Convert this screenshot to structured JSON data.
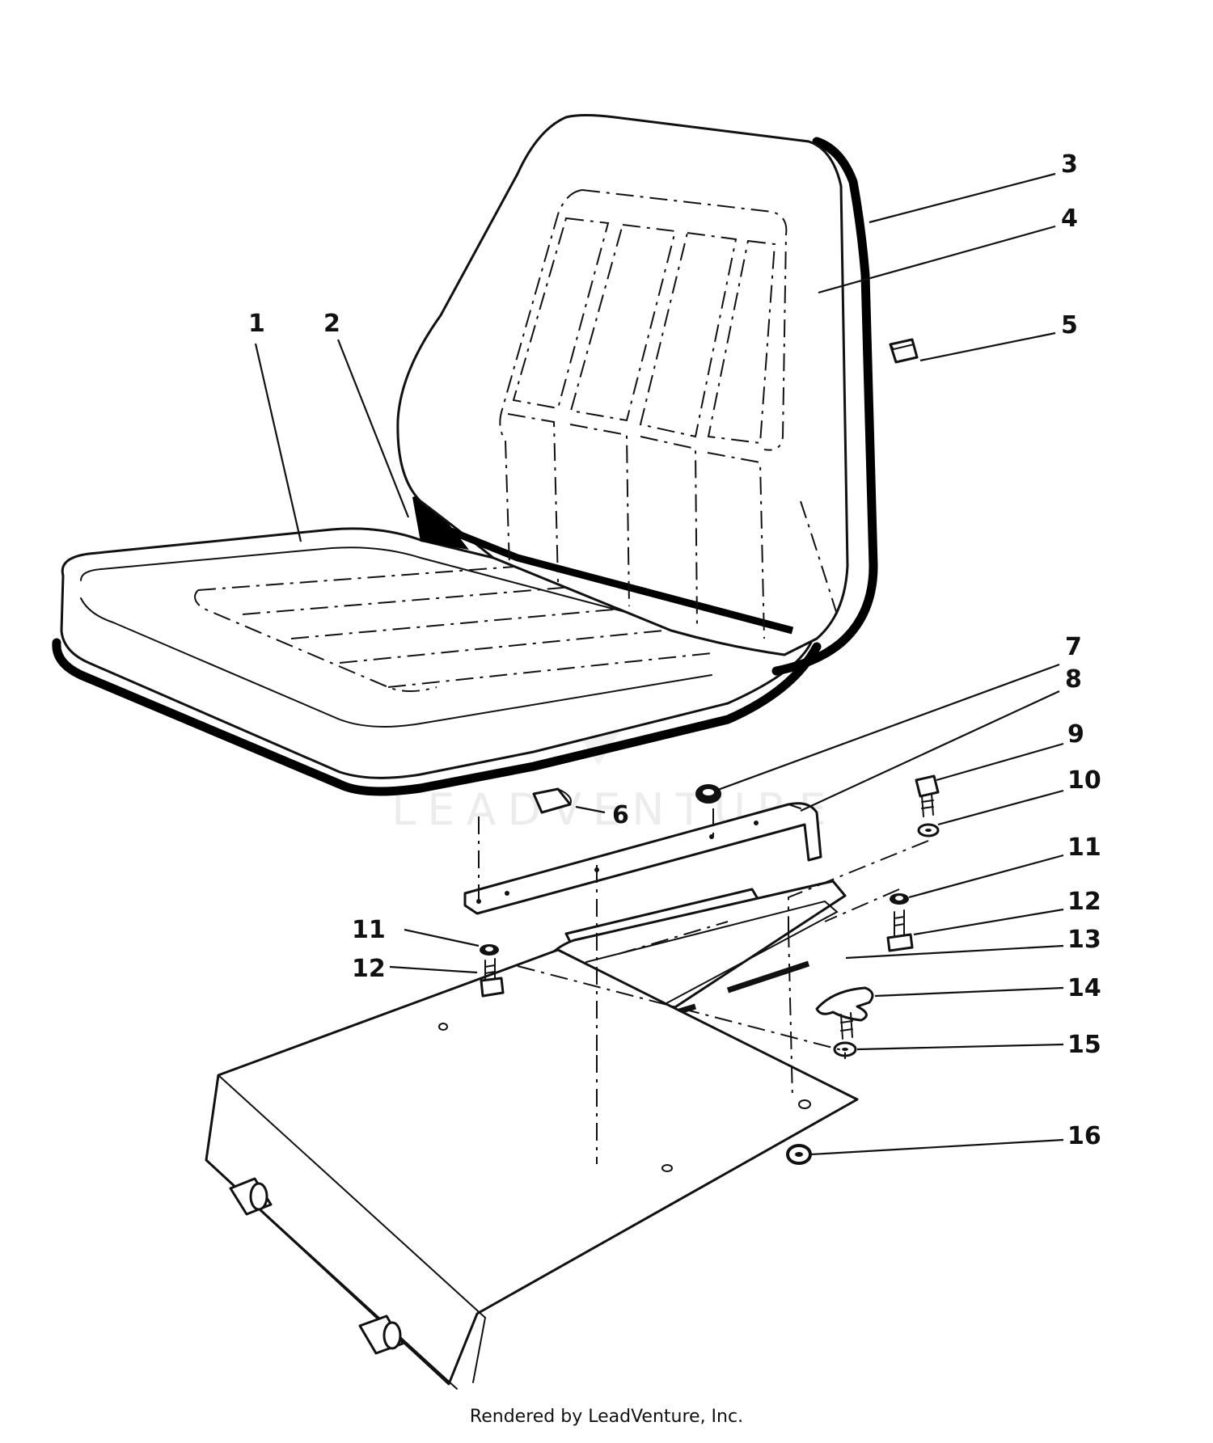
{
  "callouts": [
    {
      "label": "1"
    },
    {
      "label": "2"
    },
    {
      "label": "3"
    },
    {
      "label": "4"
    },
    {
      "label": "5"
    },
    {
      "label": "6"
    },
    {
      "label": "7"
    },
    {
      "label": "8"
    },
    {
      "label": "9"
    },
    {
      "label": "10"
    },
    {
      "label": "11"
    },
    {
      "label": "11"
    },
    {
      "label": "12"
    },
    {
      "label": "12"
    },
    {
      "label": "13"
    },
    {
      "label": "14"
    },
    {
      "label": "15"
    },
    {
      "label": "16"
    }
  ],
  "watermark": {
    "text": "LEADVENTURE"
  },
  "footer": {
    "text": "Rendered by LeadVenture, Inc."
  },
  "colors": {
    "ink": "#111111",
    "background": "#ffffff",
    "watermark": "#ececec"
  }
}
